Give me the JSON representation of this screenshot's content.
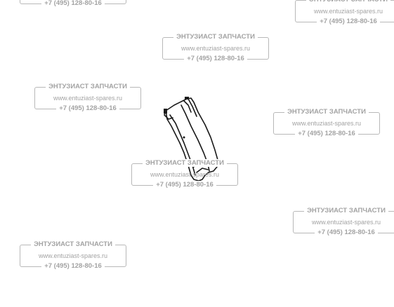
{
  "watermark": {
    "title": "ЭНТУЗИАСТ ЗАПЧАСТИ",
    "site": "www.entuziast-spares.ru",
    "phone": "+7 (495) 128-80-16"
  },
  "colors": {
    "watermark_text": "#a3a3a3",
    "line_art": "#1a1a1a",
    "background": "#ffffff"
  },
  "part": {
    "icon": "fender-panel-line-drawing"
  }
}
